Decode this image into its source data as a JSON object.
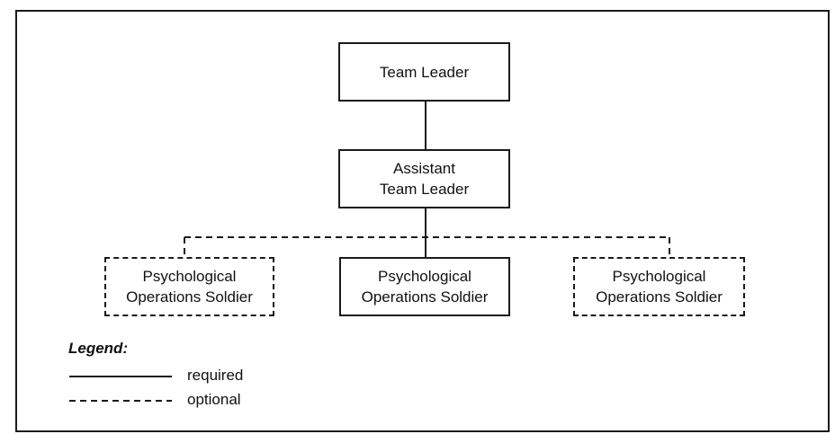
{
  "nodes": {
    "team_leader": {
      "line1": "Team Leader",
      "line2": ""
    },
    "assistant": {
      "line1": "Assistant",
      "line2": "Team Leader"
    },
    "soldier_left": {
      "line1": "Psychological",
      "line2": "Operations Soldier"
    },
    "soldier_center": {
      "line1": "Psychological",
      "line2": "Operations Soldier"
    },
    "soldier_right": {
      "line1": "Psychological",
      "line2": "Operations Soldier"
    }
  },
  "legend": {
    "title": "Legend:",
    "required": "required",
    "optional": "optional"
  },
  "colors": {
    "line": "#1a1a1a",
    "background": "#ffffff"
  }
}
